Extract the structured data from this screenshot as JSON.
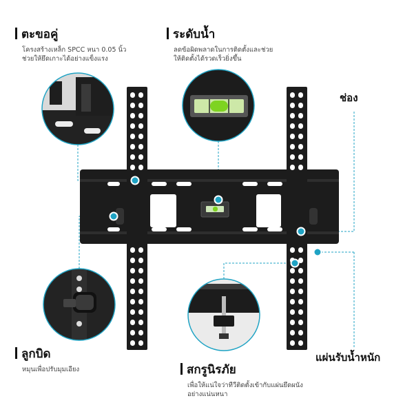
{
  "colors": {
    "accent": "#1fa3c4",
    "metal": "#1c1c1c",
    "bubble": "#7ed321",
    "background": "#ffffff"
  },
  "labels": {
    "hook": {
      "title": "ตะขอคู่",
      "desc1": "โครงสร้างเหล็ก SPCC หนา 0.05 นิ้ว",
      "desc2": "ช่วยให้ยึดเกาะได้อย่างแข็งแรง"
    },
    "level": {
      "title": "ระดับน้ำ",
      "desc1": "ลดข้อผิดพลาดในการติดตั้งและช่วย",
      "desc2": "ให้ติดตั้งได้รวดเร็วยิ่งขึ้น"
    },
    "slot": {
      "title": "ช่อง"
    },
    "knob": {
      "title": "ลูกบิด",
      "desc1": "หมุนเพื่อปรับมุมเอียง"
    },
    "screw": {
      "title": "สกรูนิรภัย",
      "desc1": "เพื่อให้แน่ใจว่าทีวีติดตั้งเข้ากับแผ่นยึดผนัง",
      "desc2": "อย่างแน่นหนา"
    },
    "plate": {
      "title": "แผ่นรับน้ำหนัก"
    }
  }
}
